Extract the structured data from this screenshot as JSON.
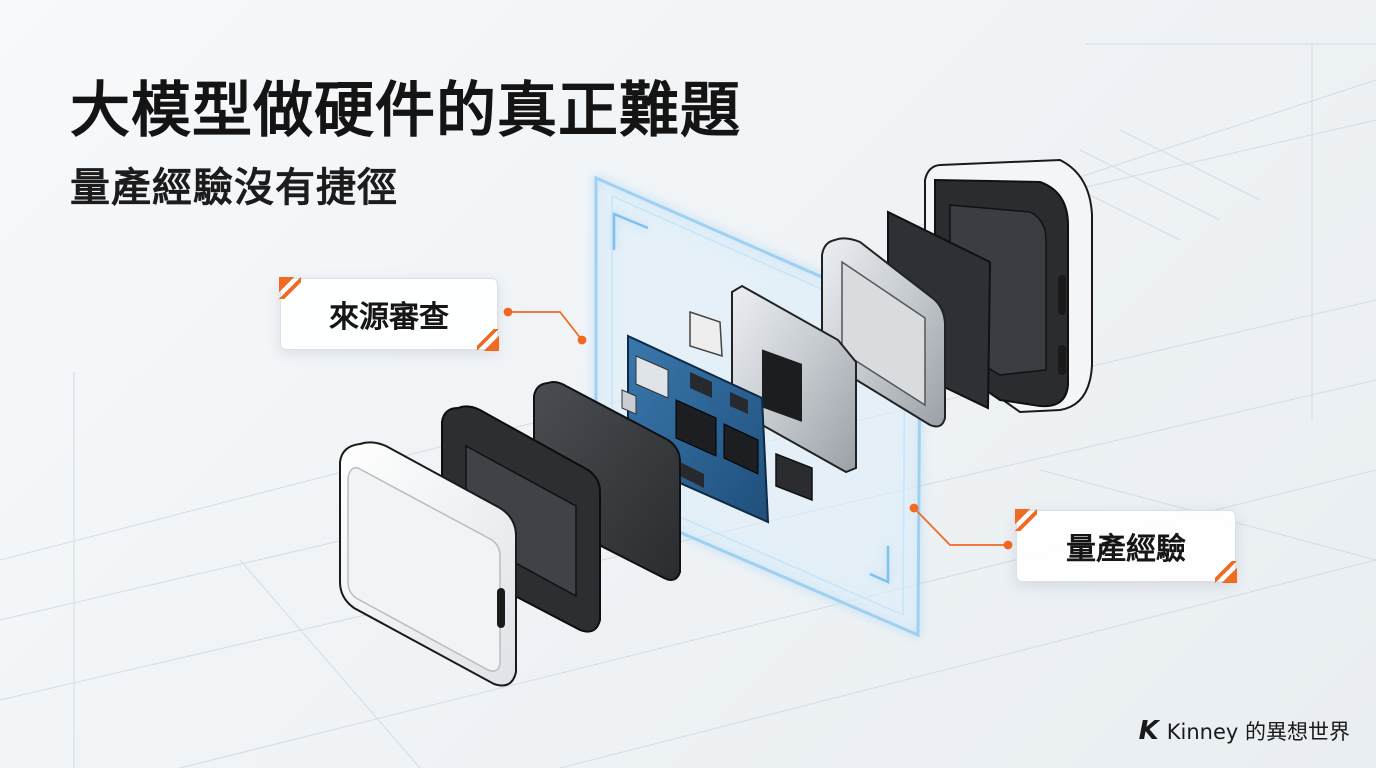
{
  "title": "大模型做硬件的真正難題",
  "subtitle": "量產經驗沒有捷徑",
  "callouts": {
    "left": "來源審查",
    "right": "量產經驗"
  },
  "brand": {
    "logo_letter": "K",
    "text": "Kinney 的異想世界"
  },
  "colors": {
    "accent": "#f26a21",
    "glow": "#8ec9f0",
    "pcb": "#2a5f93"
  }
}
